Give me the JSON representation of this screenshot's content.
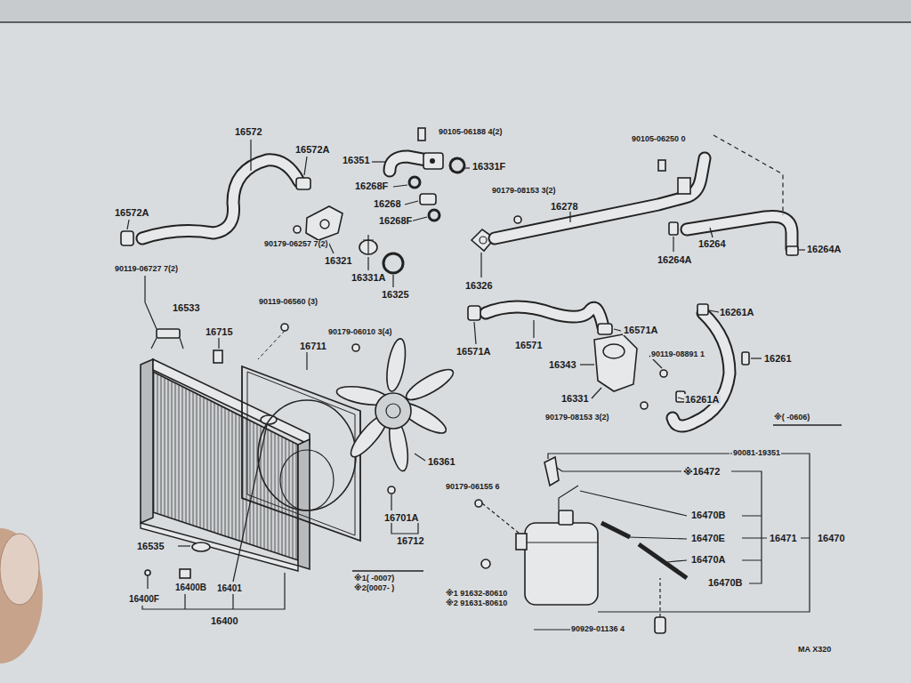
{
  "diagram": {
    "labels": [
      "16572",
      "16572A",
      "16572A",
      "90105-06188 4(2)",
      "16351",
      "16331F",
      "16268F",
      "16268",
      "16268F",
      "90179-06257 7(2)",
      "16321",
      "16331A",
      "16325",
      "90119-06727 7(2)",
      "16533",
      "16715",
      "90119-06560 (3)",
      "16711",
      "90179-06010 3(4)",
      "16361",
      "16701A",
      "16712",
      "16535",
      "16400F",
      "16400B",
      "16401",
      "16400",
      "※1( -0007)",
      "※2(0007- )",
      "90105-06250 0",
      "90179-08153 3(2)",
      "16278",
      "16326",
      "16264A",
      "16264",
      "16264A",
      "16261A",
      "16261",
      "16261A",
      "※( -0606)",
      "16571A",
      "16571",
      "16571A",
      "16343",
      "90119-08891 1",
      "16331",
      "90179-08153 3(2)",
      "90081-19351",
      "※16472",
      "16470B",
      "16470E",
      "16471",
      "16470",
      "16470A",
      "16470B",
      "90179-06155 6",
      "※1 91632-80610",
      "※2 91631-80610",
      "90929-01136 4",
      "MA X320"
    ]
  }
}
